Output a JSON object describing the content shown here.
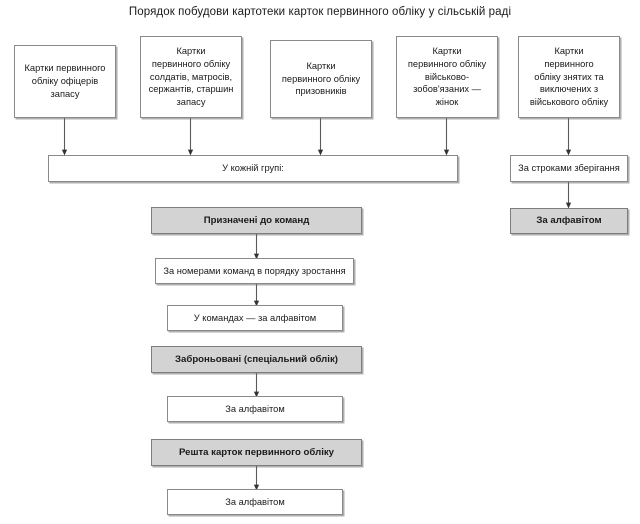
{
  "title": "Порядок побудови картотеки карток первинного обліку у сільській раді",
  "colors": {
    "header_fill": "#d3d3d3",
    "box_fill": "#ffffff",
    "border": "#8a8a8a",
    "text": "#1a1a1a",
    "connector": "#5a5a5a"
  },
  "top_row": [
    {
      "label": "Картки первинного\nобліку офіцерів\nзапасу"
    },
    {
      "label": "Картки\nпервинного обліку\nсолдатів, матросів,\nсержантів, старшин\nзапасу"
    },
    {
      "label": "Картки\nпервинного обліку\nпризовників"
    },
    {
      "label": "Картки\nпервинного обліку\nвійськово-\nзобов'язаних —\nжінок"
    },
    {
      "label": "Картки\nпервинного\nобліку знятих та\nвиключених з\nвійськового обліку"
    }
  ],
  "group_bar": {
    "label": "У кожній групі:"
  },
  "right_branch": {
    "storage_terms": {
      "label": "За строками зберігання"
    },
    "alphabet": {
      "label": "За алфавітом"
    }
  },
  "sections": [
    {
      "header": "Призначені до команд",
      "steps": [
        "За номерами команд в порядку зростання",
        "У командах — за алфавітом"
      ]
    },
    {
      "header": "Заброньовані (спеціальний облік)",
      "steps": [
        "За алфавітом"
      ]
    },
    {
      "header": "Решта карток первинного обліку",
      "steps": [
        "За алфавітом"
      ]
    }
  ]
}
